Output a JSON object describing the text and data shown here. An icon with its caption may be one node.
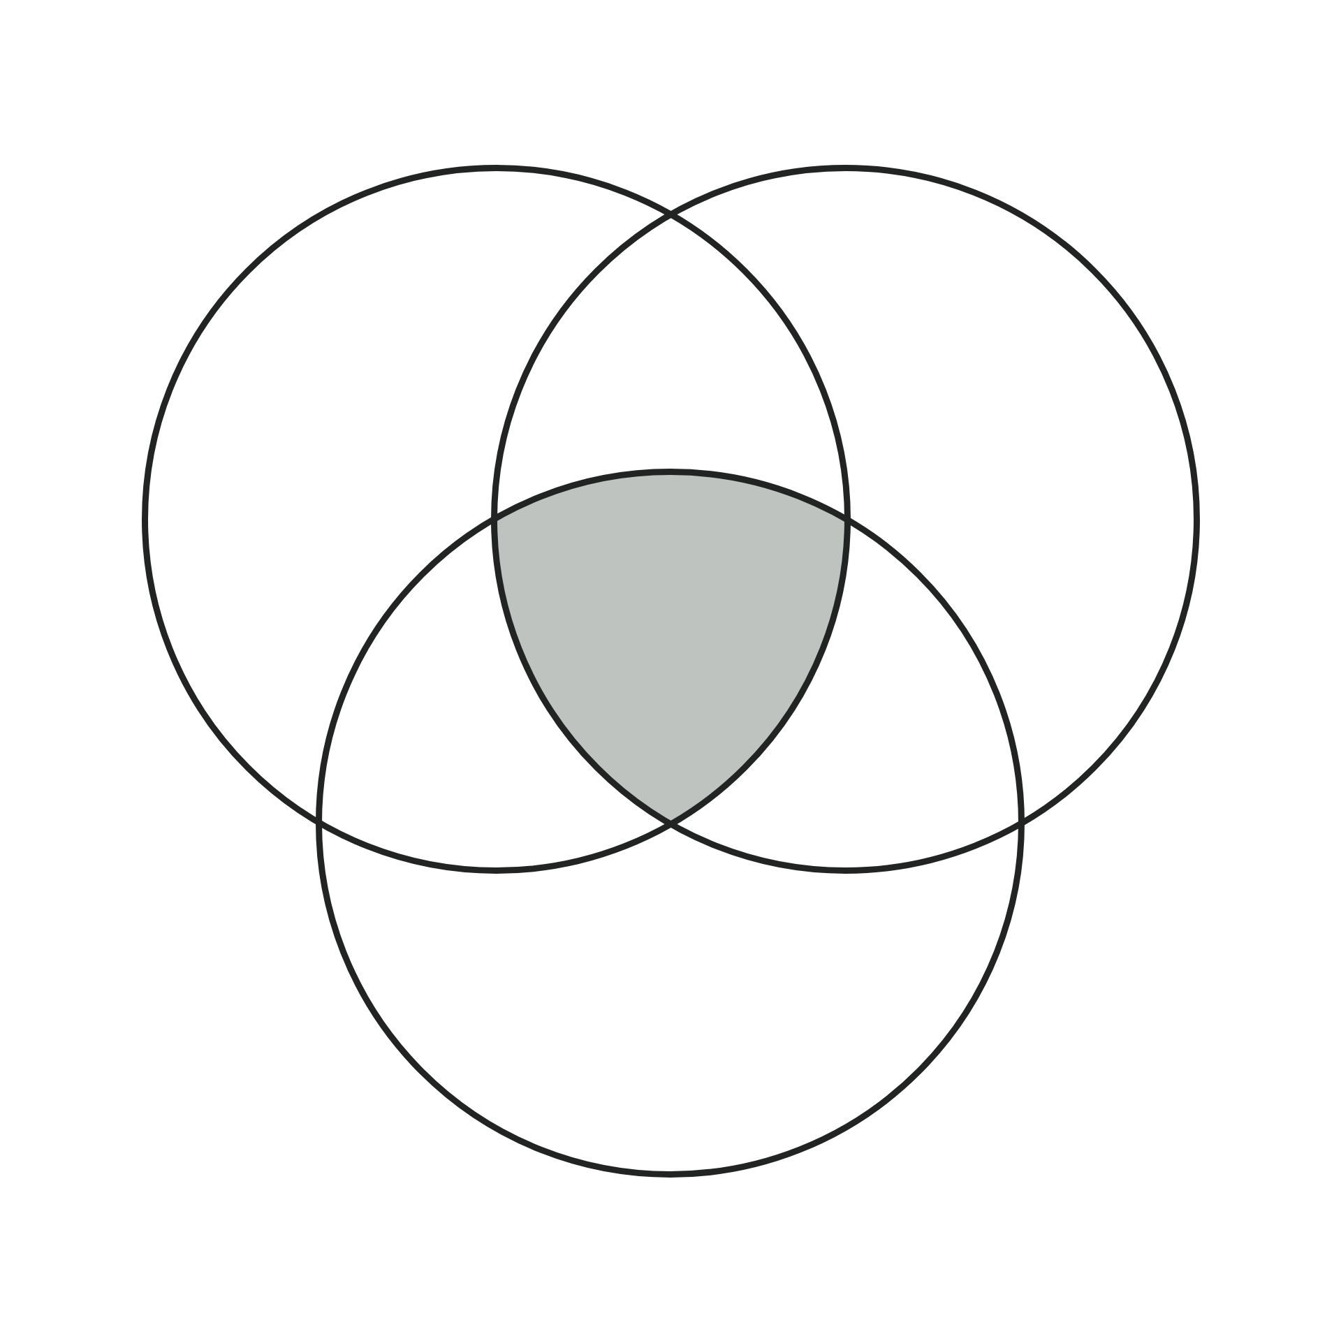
{
  "diagram": {
    "nodes": [
      {
        "text": [],
        "shape": "circle"
      },
      {
        "text": [],
        "shape": "circle"
      },
      {
        "text": [],
        "shape": "circle"
      },
      {
        "text": [],
        "shape": "triangle"
      }
    ]
  }
}
